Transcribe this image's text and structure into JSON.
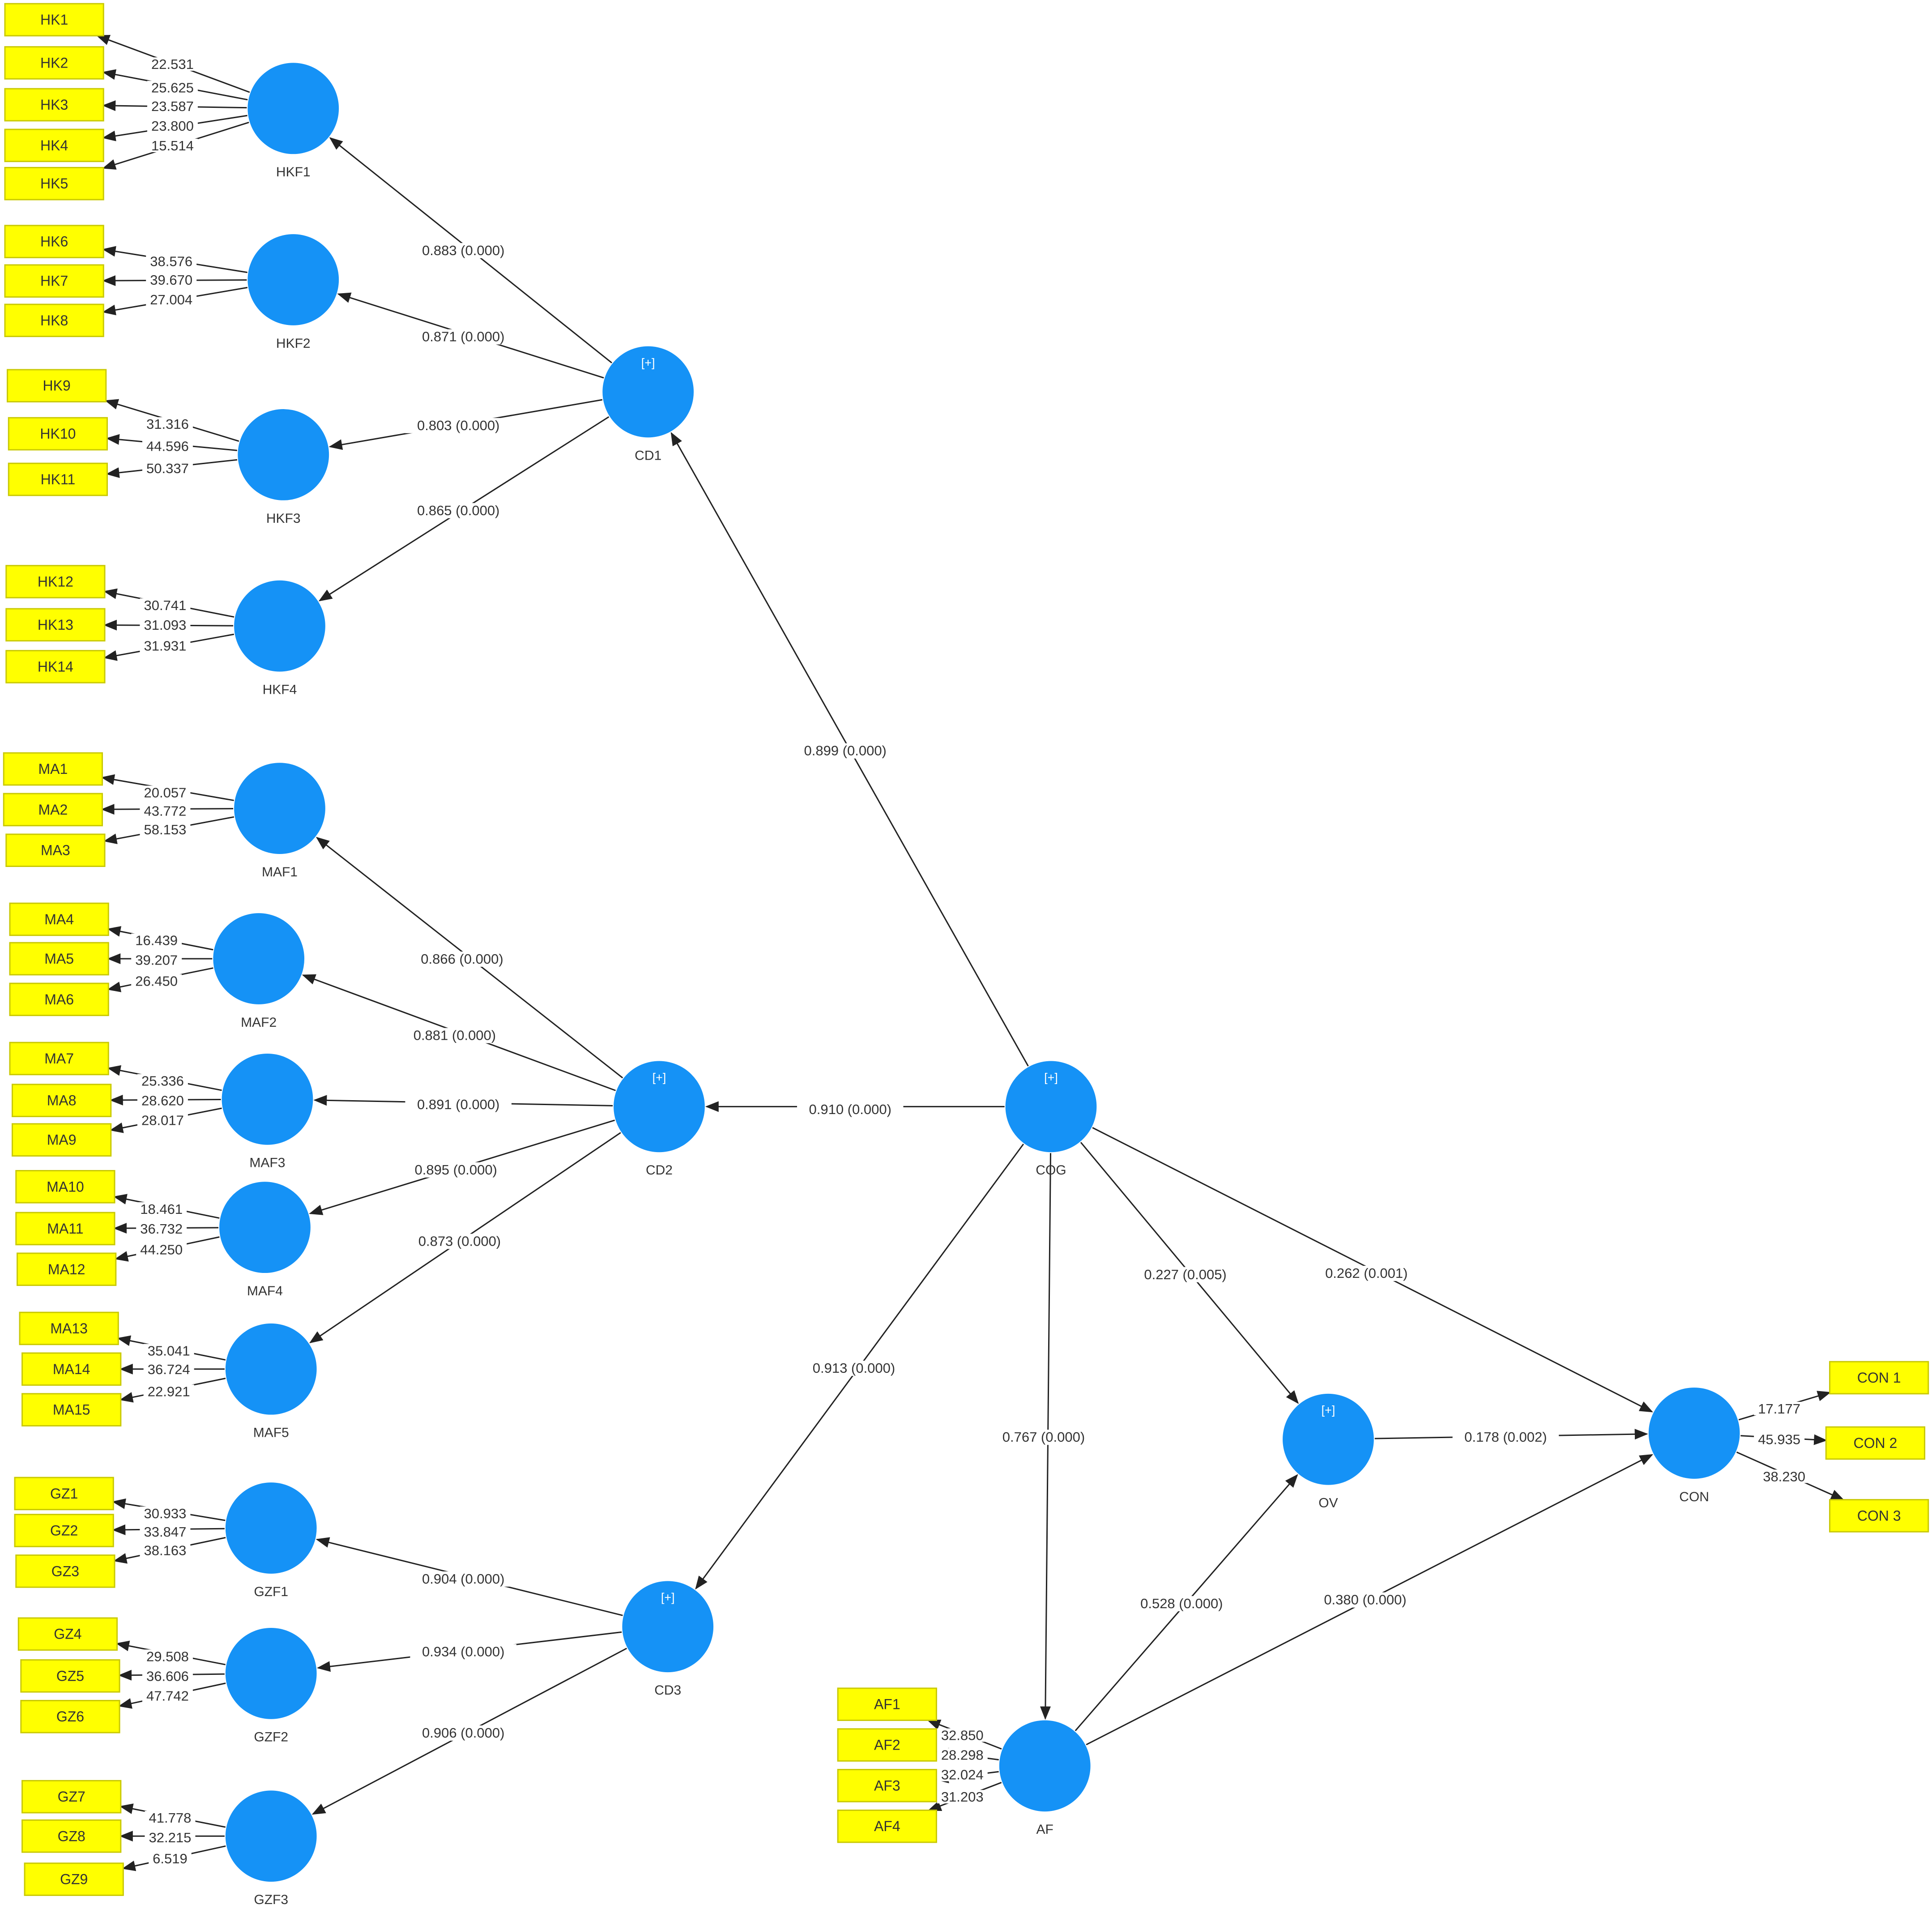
{
  "diagram": {
    "constructs": [
      {
        "id": "HKF1",
        "label": "HKF1",
        "marker": ""
      },
      {
        "id": "HKF2",
        "label": "HKF2",
        "marker": ""
      },
      {
        "id": "HKF3",
        "label": "HKF3",
        "marker": ""
      },
      {
        "id": "HKF4",
        "label": "HKF4",
        "marker": ""
      },
      {
        "id": "CD1",
        "label": "CD1",
        "marker": "[+]"
      },
      {
        "id": "MAF1",
        "label": "MAF1",
        "marker": ""
      },
      {
        "id": "MAF2",
        "label": "MAF2",
        "marker": ""
      },
      {
        "id": "MAF3",
        "label": "MAF3",
        "marker": ""
      },
      {
        "id": "MAF4",
        "label": "MAF4",
        "marker": ""
      },
      {
        "id": "MAF5",
        "label": "MAF5",
        "marker": ""
      },
      {
        "id": "CD2",
        "label": "CD2",
        "marker": "[+]"
      },
      {
        "id": "GZF1",
        "label": "GZF1",
        "marker": ""
      },
      {
        "id": "GZF2",
        "label": "GZF2",
        "marker": ""
      },
      {
        "id": "GZF3",
        "label": "GZF3",
        "marker": ""
      },
      {
        "id": "CD3",
        "label": "CD3",
        "marker": "[+]"
      },
      {
        "id": "COG",
        "label": "COG",
        "marker": "[+]"
      },
      {
        "id": "OV",
        "label": "OV",
        "marker": "[+]"
      },
      {
        "id": "CON",
        "label": "CON",
        "marker": ""
      },
      {
        "id": "AF",
        "label": "AF",
        "marker": ""
      }
    ],
    "indicators": [
      {
        "id": "HK1",
        "label": "HK1",
        "construct": "HKF1",
        "loading": "22.531"
      },
      {
        "id": "HK2",
        "label": "HK2",
        "construct": "HKF1",
        "loading": "25.625"
      },
      {
        "id": "HK3",
        "label": "HK3",
        "construct": "HKF1",
        "loading": "23.587"
      },
      {
        "id": "HK4",
        "label": "HK4",
        "construct": "HKF1",
        "loading": "23.800"
      },
      {
        "id": "HK5",
        "label": "HK5",
        "construct": "HKF1",
        "loading": "15.514"
      },
      {
        "id": "HK6",
        "label": "HK6",
        "construct": "HKF2",
        "loading": "38.576"
      },
      {
        "id": "HK7",
        "label": "HK7",
        "construct": "HKF2",
        "loading": "39.670"
      },
      {
        "id": "HK8",
        "label": "HK8",
        "construct": "HKF2",
        "loading": "27.004"
      },
      {
        "id": "HK9",
        "label": "HK9",
        "construct": "HKF3",
        "loading": "31.316"
      },
      {
        "id": "HK10",
        "label": "HK10",
        "construct": "HKF3",
        "loading": "44.596"
      },
      {
        "id": "HK11",
        "label": "HK11",
        "construct": "HKF3",
        "loading": "50.337"
      },
      {
        "id": "HK12",
        "label": "HK12",
        "construct": "HKF4",
        "loading": "30.741"
      },
      {
        "id": "HK13",
        "label": "HK13",
        "construct": "HKF4",
        "loading": "31.093"
      },
      {
        "id": "HK14",
        "label": "HK14",
        "construct": "HKF4",
        "loading": "31.931"
      },
      {
        "id": "MA1",
        "label": "MA1",
        "construct": "MAF1",
        "loading": "20.057"
      },
      {
        "id": "MA2",
        "label": "MA2",
        "construct": "MAF1",
        "loading": "43.772"
      },
      {
        "id": "MA3",
        "label": "MA3",
        "construct": "MAF1",
        "loading": "58.153"
      },
      {
        "id": "MA4",
        "label": "MA4",
        "construct": "MAF2",
        "loading": "16.439"
      },
      {
        "id": "MA5",
        "label": "MA5",
        "construct": "MAF2",
        "loading": "39.207"
      },
      {
        "id": "MA6",
        "label": "MA6",
        "construct": "MAF2",
        "loading": "26.450"
      },
      {
        "id": "MA7",
        "label": "MA7",
        "construct": "MAF3",
        "loading": "25.336"
      },
      {
        "id": "MA8",
        "label": "MA8",
        "construct": "MAF3",
        "loading": "28.620"
      },
      {
        "id": "MA9",
        "label": "MA9",
        "construct": "MAF3",
        "loading": "28.017"
      },
      {
        "id": "MA10",
        "label": "MA10",
        "construct": "MAF4",
        "loading": "18.461"
      },
      {
        "id": "MA11",
        "label": "MA11",
        "construct": "MAF4",
        "loading": "36.732"
      },
      {
        "id": "MA12",
        "label": "MA12",
        "construct": "MAF4",
        "loading": "44.250"
      },
      {
        "id": "MA13",
        "label": "MA13",
        "construct": "MAF5",
        "loading": "35.041"
      },
      {
        "id": "MA14",
        "label": "MA14",
        "construct": "MAF5",
        "loading": "36.724"
      },
      {
        "id": "MA15",
        "label": "MA15",
        "construct": "MAF5",
        "loading": "22.921"
      },
      {
        "id": "GZ1",
        "label": "GZ1",
        "construct": "GZF1",
        "loading": "30.933"
      },
      {
        "id": "GZ2",
        "label": "GZ2",
        "construct": "GZF1",
        "loading": "33.847"
      },
      {
        "id": "GZ3",
        "label": "GZ3",
        "construct": "GZF1",
        "loading": "38.163"
      },
      {
        "id": "GZ4",
        "label": "GZ4",
        "construct": "GZF2",
        "loading": "29.508"
      },
      {
        "id": "GZ5",
        "label": "GZ5",
        "construct": "GZF2",
        "loading": "36.606"
      },
      {
        "id": "GZ6",
        "label": "GZ6",
        "construct": "GZF2",
        "loading": "47.742"
      },
      {
        "id": "GZ7",
        "label": "GZ7",
        "construct": "GZF3",
        "loading": "41.778"
      },
      {
        "id": "GZ8",
        "label": "GZ8",
        "construct": "GZF3",
        "loading": "32.215"
      },
      {
        "id": "GZ9",
        "label": "GZ9",
        "construct": "GZF3",
        "loading": "6.519"
      },
      {
        "id": "AF1",
        "label": "AF1",
        "construct": "AF",
        "loading": "32.850"
      },
      {
        "id": "AF2",
        "label": "AF2",
        "construct": "AF",
        "loading": "28.298"
      },
      {
        "id": "AF3",
        "label": "AF3",
        "construct": "AF",
        "loading": "32.024"
      },
      {
        "id": "AF4",
        "label": "AF4",
        "construct": "AF",
        "loading": "31.203"
      },
      {
        "id": "CON1",
        "label": "CON 1",
        "construct": "CON",
        "loading": "17.177"
      },
      {
        "id": "CON2",
        "label": "CON 2",
        "construct": "CON",
        "loading": "45.935"
      },
      {
        "id": "CON3",
        "label": "CON 3",
        "construct": "CON",
        "loading": "38.230"
      }
    ],
    "paths": [
      {
        "id": "CD1-HKF1",
        "from": "CD1",
        "to": "HKF1",
        "label": "0.883 (0.000)"
      },
      {
        "id": "CD1-HKF2",
        "from": "CD1",
        "to": "HKF2",
        "label": "0.871 (0.000)"
      },
      {
        "id": "CD1-HKF3",
        "from": "CD1",
        "to": "HKF3",
        "label": "0.803 (0.000)"
      },
      {
        "id": "CD1-HKF4",
        "from": "CD1",
        "to": "HKF4",
        "label": "0.865 (0.000)"
      },
      {
        "id": "COG-CD1",
        "from": "COG",
        "to": "CD1",
        "label": "0.899 (0.000)"
      },
      {
        "id": "CD2-MAF1",
        "from": "CD2",
        "to": "MAF1",
        "label": "0.866 (0.000)"
      },
      {
        "id": "CD2-MAF2",
        "from": "CD2",
        "to": "MAF2",
        "label": "0.881 (0.000)"
      },
      {
        "id": "CD2-MAF3",
        "from": "CD2",
        "to": "MAF3",
        "label": "0.891 (0.000)"
      },
      {
        "id": "CD2-MAF4",
        "from": "CD2",
        "to": "MAF4",
        "label": "0.895 (0.000)"
      },
      {
        "id": "CD2-MAF5",
        "from": "CD2",
        "to": "MAF5",
        "label": "0.873 (0.000)"
      },
      {
        "id": "COG-CD2",
        "from": "COG",
        "to": "CD2",
        "label": "0.910 (0.000)"
      },
      {
        "id": "CD3-GZF1",
        "from": "CD3",
        "to": "GZF1",
        "label": "0.904 (0.000)"
      },
      {
        "id": "CD3-GZF2",
        "from": "CD3",
        "to": "GZF2",
        "label": "0.934 (0.000)"
      },
      {
        "id": "CD3-GZF3",
        "from": "CD3",
        "to": "GZF3",
        "label": "0.906 (0.000)"
      },
      {
        "id": "COG-CD3",
        "from": "COG",
        "to": "CD3",
        "label": "0.913 (0.000)"
      },
      {
        "id": "COG-OV",
        "from": "COG",
        "to": "OV",
        "label": "0.227 (0.005)"
      },
      {
        "id": "COG-CON",
        "from": "COG",
        "to": "CON",
        "label": "0.262 (0.001)"
      },
      {
        "id": "COG-AF",
        "from": "COG",
        "to": "AF",
        "label": "0.767 (0.000)"
      },
      {
        "id": "OV-CON",
        "from": "OV",
        "to": "CON",
        "label": "0.178 (0.002)"
      },
      {
        "id": "AF-OV",
        "from": "AF",
        "to": "OV",
        "label": "0.528 (0.000)"
      },
      {
        "id": "AF-CON",
        "from": "AF",
        "to": "CON",
        "label": "0.380 (0.000)"
      }
    ]
  }
}
